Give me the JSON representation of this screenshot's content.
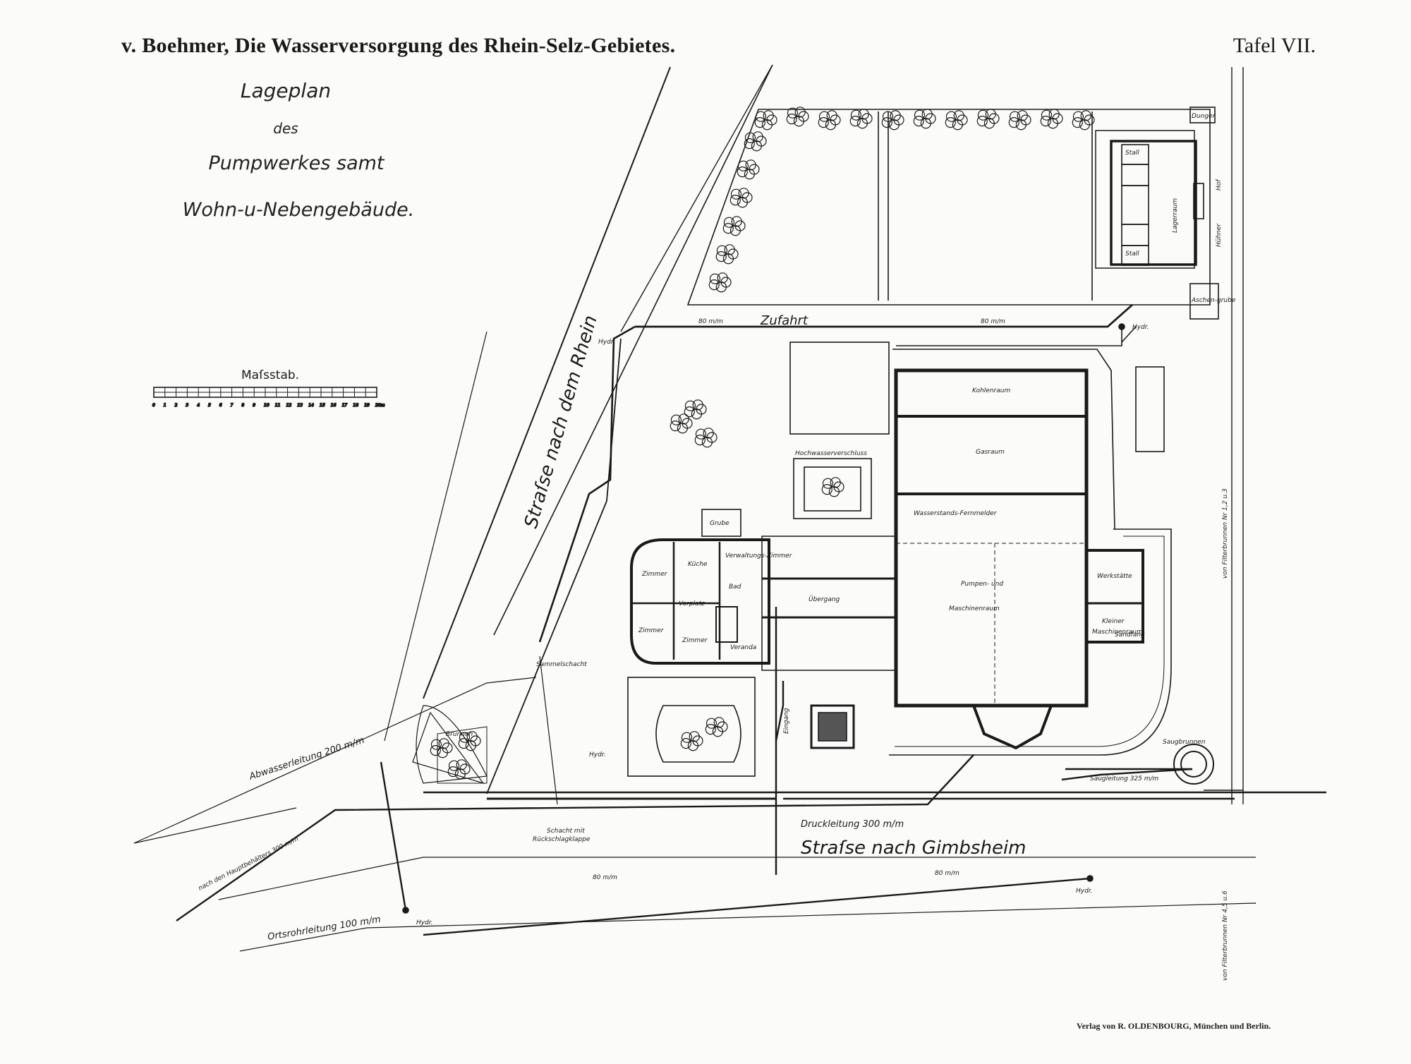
{
  "header": {
    "title": "v. Boehmer, Die Wasserversorgung des Rhein-Selz-Gebietes.",
    "plate": "Tafel VII."
  },
  "plan_title": [
    "Lageplan",
    "des",
    "Pumpwerkes samt",
    "Wohn-u-Nebengebäude."
  ],
  "scale_bar": {
    "label": "Maſsstab.",
    "ticks": [
      "0",
      "1",
      "2",
      "3",
      "4",
      "5",
      "6",
      "7",
      "8",
      "9",
      "10",
      "11",
      "12",
      "13",
      "14",
      "15",
      "16",
      "17",
      "18",
      "19",
      "20m"
    ]
  },
  "streets": {
    "rhein": "Straſse nach dem Rhein",
    "gimbsheim": "Straſse nach Gimbsheim",
    "zufahrt": "Zufahrt"
  },
  "pipes": {
    "abwasser": "Abwasserleitung 200 m/m",
    "druck": "Druckleitung 300 m/m",
    "haupt": "nach den Hauptbehälters 300 m/m",
    "orts": "Ortsrohrleitung 100 m/m",
    "saug": "Saugleitung 325 m/m",
    "filter_top": "von Filterbrunnen Nr 1,2 u.3",
    "filter_bottom": "von Filterbrunnen Nr 4,5 u.6",
    "dim80": "80 m/m"
  },
  "rooms": {
    "kohlen": "Kohlenraum",
    "gas": "Gasraum",
    "pumpen": "Pumpen- und",
    "maschinen": "Maschinenraum",
    "werkstaette": "Werkstätte",
    "kleiner": "Kleiner",
    "kleiner2": "Maschinenraum",
    "uebergang": "Übergang",
    "zimmer": "Zimmer",
    "kueche": "Küche",
    "vorplatz": "Vorplatz",
    "veranda": "Veranda",
    "verwaltung": "Verwaltungs-Zimmer",
    "bad": "Bad",
    "grube": "Grube",
    "stall": "Stall",
    "lagerraum": "Lagerraum",
    "hof": "Hof",
    "huehner": "Hühner",
    "dunger": "Dunger",
    "aschengrube": "Aschen-grube",
    "sandfang": "Sandfang",
    "wasserstand": "Wasserstands-Fernmelder",
    "hochwasser": "Hochwasserverschluss",
    "eingang": "Eingang",
    "brunnen": "Brunnen",
    "saugbrunnen": "Saugbrunnen",
    "sammelschacht": "Sammelschacht",
    "schacht": "Schacht mit",
    "rueckschlag": "Rückschlagklappe",
    "hydr": "Hydr."
  },
  "publisher": "Verlag von R. OLDENBOURG, München und Berlin."
}
